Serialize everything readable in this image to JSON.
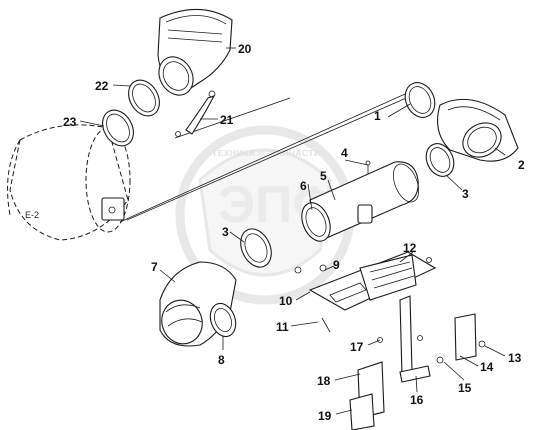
{
  "watermark": {
    "left_text": "ТЕХНИКА",
    "right_text": "ЗАПЧАСТИ",
    "center_text": "ЭПФ"
  },
  "callouts": [
    "1",
    "2",
    "3",
    "3",
    "4",
    "5",
    "6",
    "7",
    "8",
    "9",
    "10",
    "11",
    "12",
    "13",
    "14",
    "15",
    "16",
    "17",
    "18",
    "19",
    "20",
    "21",
    "22",
    "23"
  ]
}
